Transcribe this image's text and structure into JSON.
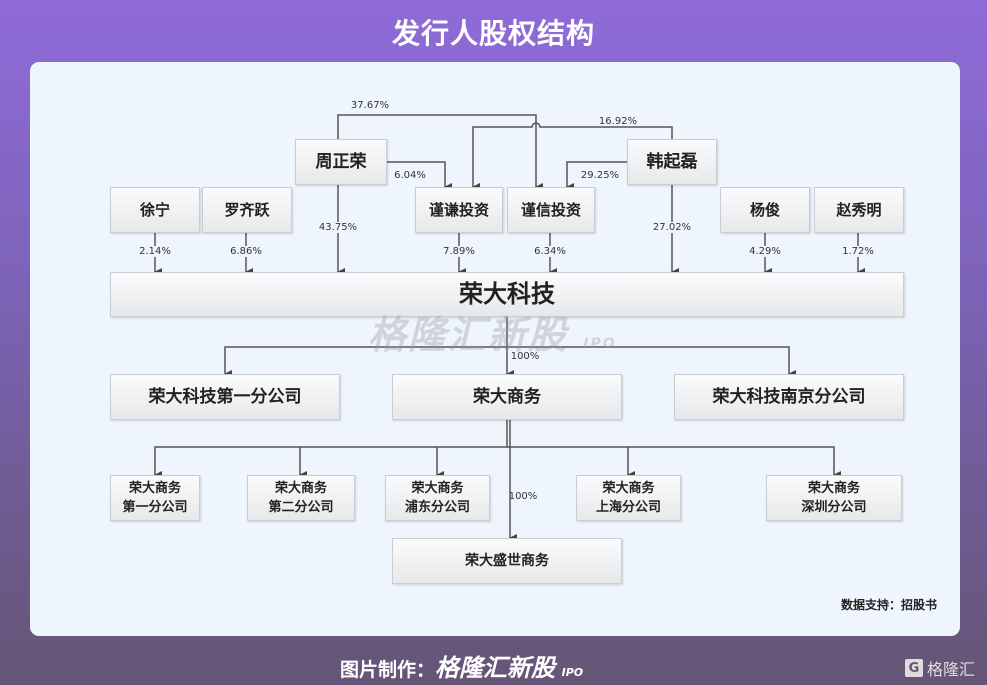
{
  "title": "发行人股权结构",
  "nodes": {
    "zhou": "周正荣",
    "han": "韩起磊",
    "xu": "徐宁",
    "luo": "罗齐跃",
    "jinqian": "谨谦投资",
    "jinxin": "谨信投资",
    "yang": "杨俊",
    "zhao": "赵秀明",
    "rongda": "荣大科技",
    "branch1": "荣大科技第一分公司",
    "commerce": "荣大商务",
    "nanjing": "荣大科技南京分公司",
    "sub": [
      [
        "荣大商务",
        "第一分公司"
      ],
      [
        "荣大商务",
        "第二分公司"
      ],
      [
        "荣大商务",
        "浦东分公司"
      ],
      [
        "荣大商务",
        "上海分公司"
      ],
      [
        "荣大商务",
        "深圳分公司"
      ]
    ],
    "shengshi": "荣大盛世商务"
  },
  "percents": {
    "zhou_jinxin": "37.67%",
    "han_jinqian": "16.92%",
    "zhou_jinqian": "6.04%",
    "han_jinxin": "29.25%",
    "zhou": "43.75%",
    "han": "27.02%",
    "jinqian": "7.89%",
    "jinxin": "6.34%",
    "xu": "2.14%",
    "luo": "6.86%",
    "yang": "4.29%",
    "zhao": "1.72%",
    "commerce": "100%",
    "shengshi": "100%"
  },
  "watermark": {
    "text": "格隆汇新股",
    "ipo": "IPO"
  },
  "source": "数据支持：招股书",
  "footer": {
    "label": "图片制作：",
    "brand": "格隆汇新股",
    "ipo": "IPO"
  },
  "logo": {
    "mark": "G",
    "text": "格隆汇"
  }
}
